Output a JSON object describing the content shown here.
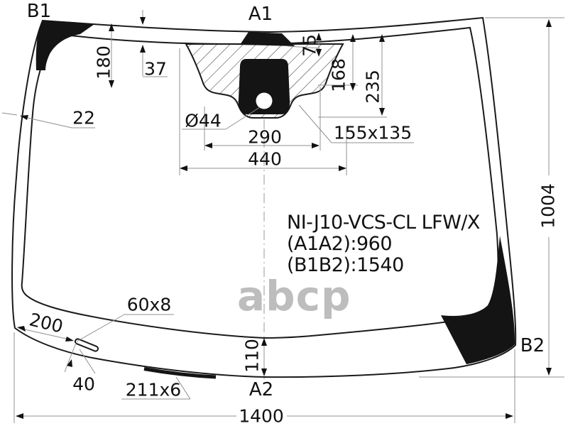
{
  "part_info": {
    "code": "NI-J10-VCS-CL LFW/X",
    "a1a2": "(A1A2):960",
    "b1b2": "(B1B2):1540"
  },
  "corner_labels": {
    "b1": "B1",
    "a1": "A1",
    "a2": "A2",
    "b2": "B2"
  },
  "dimensions": {
    "corner_band_height": "180",
    "top_band_width": "37",
    "side_band_width": "22",
    "sensor_top_offset": "75",
    "sensor_mid_height": "168",
    "sensor_full_height": "235",
    "mirror_hole_diameter": "Ø44",
    "mount_width": "290",
    "cutout_width": "440",
    "camera_bracket_size": "155x135",
    "glass_height": "1004",
    "glass_width": "1400",
    "bottom_band_height": "110",
    "slot_size": "60x8",
    "slot_offset": "200",
    "slot_edge_offset": "40",
    "heater_strip_size": "211x6"
  },
  "watermark": "abcp",
  "colors": {
    "outline": "#1a1a1a",
    "dim_line": "#909090",
    "watermark": "#bdbdbd"
  }
}
